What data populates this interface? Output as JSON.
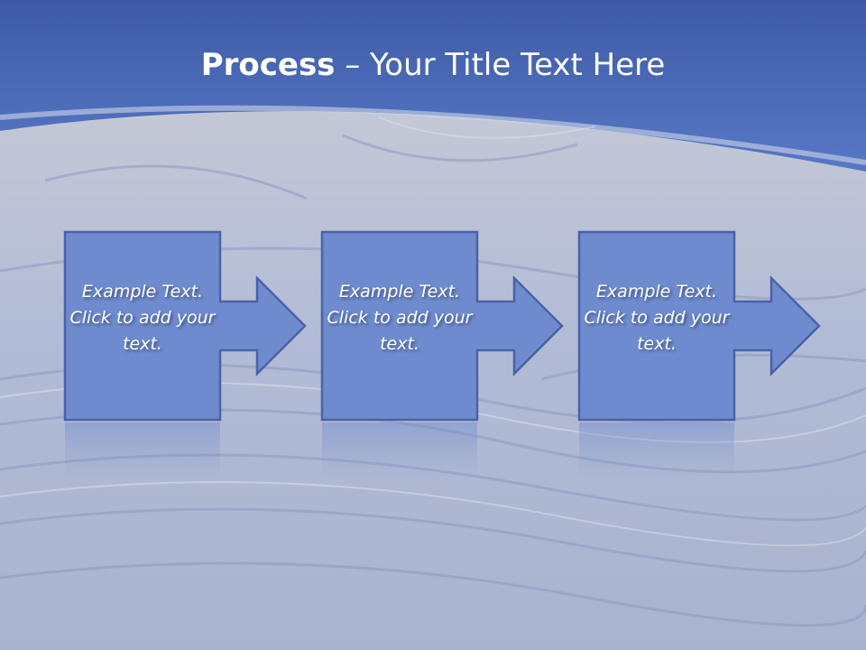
{
  "title": {
    "bold": "Process",
    "rest": " – Your Title Text Here"
  },
  "steps": [
    {
      "text": "Example Text. Click  to add your text."
    },
    {
      "text": "Example Text. Click  to add your text."
    },
    {
      "text": "Example Text. Click  to add your text."
    }
  ],
  "colors": {
    "box": "#6f8bd0",
    "border": "#4a62a6",
    "header": "#4864b4"
  }
}
